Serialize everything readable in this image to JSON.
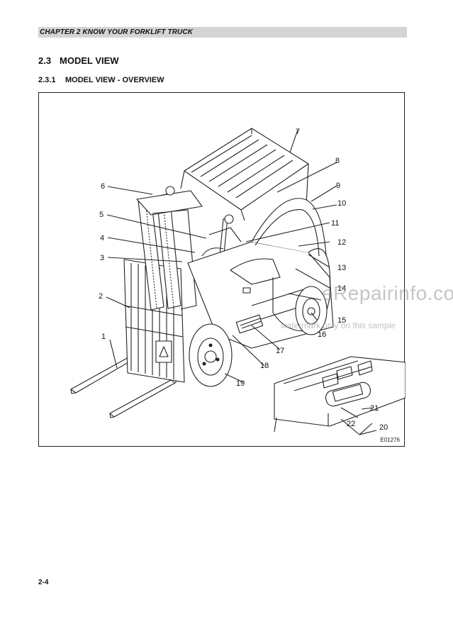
{
  "header": {
    "chapter": "CHAPTER 2 KNOW YOUR FORKLIFT TRUCK"
  },
  "section": {
    "number": "2.3",
    "title": "MODEL VIEW"
  },
  "subsection": {
    "number": "2.3.1",
    "title": "MODEL VIEW - OVERVIEW"
  },
  "figure": {
    "id": "E01276",
    "callouts": [
      "1",
      "2",
      "3",
      "4",
      "5",
      "6",
      "7",
      "8",
      "9",
      "10",
      "11",
      "12",
      "13",
      "14",
      "15",
      "16",
      "17",
      "18",
      "19",
      "20",
      "21",
      "22"
    ]
  },
  "watermark": {
    "logo": "eRepairinfo.com",
    "note": "watermark only on this sample"
  },
  "footer": {
    "page": "2-4"
  }
}
